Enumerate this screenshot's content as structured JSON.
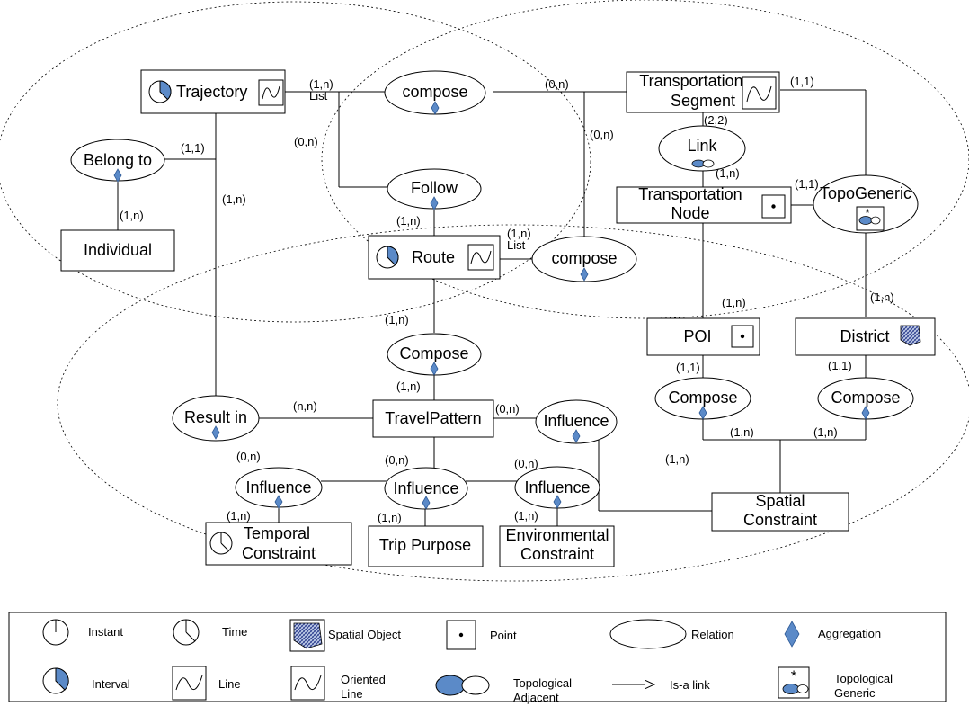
{
  "entities": {
    "trajectory": "Trajectory",
    "individual": "Individual",
    "route": "Route",
    "transportation_segment_1": "Transportation-",
    "transportation_segment_2": "Segment",
    "transportation_node_1": "Transportation",
    "transportation_node_2": "Node",
    "poi": "POI",
    "district": "District",
    "travel_pattern": "TravelPattern",
    "temporal_constraint_1": "Temporal",
    "temporal_constraint_2": "Constraint",
    "trip_purpose": "Trip Purpose",
    "environmental_constraint_1": "Environmental",
    "environmental_constraint_2": "Constraint",
    "spatial_constraint_1": "Spatial",
    "spatial_constraint_2": "Constraint"
  },
  "relations": {
    "compose_top": "compose",
    "belong_to": "Belong to",
    "follow": "Follow",
    "link": "Link",
    "topogeneric": "TopoGeneric",
    "compose_route": "compose",
    "compose_center": "Compose",
    "result_in": "Result in",
    "influence_right": "Influence",
    "compose_poi": "Compose",
    "compose_district": "Compose",
    "influence_temporal": "Influence",
    "influence_purpose": "Influence",
    "influence_env": "Influence"
  },
  "cardinalities": {
    "traj_compose": "(1,n)",
    "traj_compose_list": "List",
    "seg_compose": "(0,n)",
    "seg_topo": "(1,1)",
    "follow_traj": "(0,n)",
    "seg_compose_route": "(0,n)",
    "belong_traj": "(1,1)",
    "seg_link": "(2,2)",
    "link_node": "(1,n)",
    "node_topo": "(1,1)",
    "individual_belong": "(1,n)",
    "traj_result": "(1,n)",
    "route_follow": "(1,n)",
    "route_compose": "(1,n)",
    "route_compose_list": "List",
    "district_topo": "(1,n)",
    "poi_node": "(1,n)",
    "route_compose_center": "(1,n)",
    "poi_compose": "(1,1)",
    "district_compose": "(1,1)",
    "tp_compose": "(1,n)",
    "result_tp": "(n,n)",
    "tp_influence": "(0,n)",
    "compose_poi_spatial": "(1,n)",
    "compose_district_spatial": "(1,n)",
    "spatial_influence": "(1,n)",
    "influence_temporal_tp": "(0,n)",
    "influence_purpose_tp": "(0,n)",
    "influence_env_tp": "(0,n)",
    "temporal_influence": "(1,n)",
    "purpose_influence": "(1,n)",
    "env_influence": "(1,n)"
  },
  "legend": {
    "instant": "Instant",
    "time": "Time",
    "spatial_object": "Spatial Object",
    "point": "Point",
    "relation": "Relation",
    "aggregation": "Aggregation",
    "interval": "Interval",
    "line": "Line",
    "oriented_line_1": "Oriented",
    "oriented_line_2": "Line",
    "topological_adjacent_1": "Topological",
    "topological_adjacent_2": "Adjacent",
    "isa_link": "Is-a link",
    "topological_generic_1": "Topological",
    "topological_generic_2": "Generic",
    "star": "*"
  },
  "colors": {
    "accent_blue": "#5b8ac8",
    "line": "#000000",
    "background": "#ffffff"
  }
}
